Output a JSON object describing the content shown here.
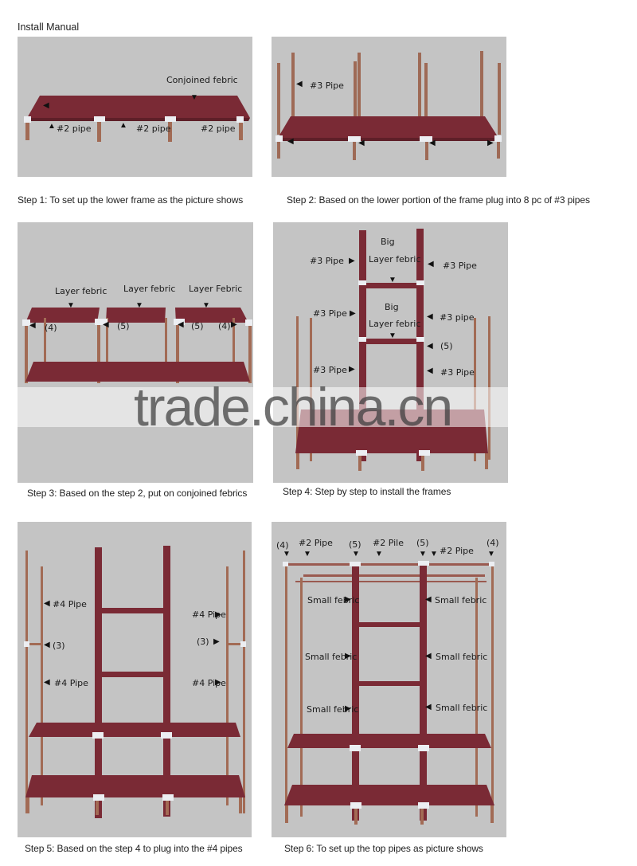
{
  "document": {
    "title": "Install Manual",
    "colors": {
      "panel_bg": "#c4c4c4",
      "fabric": "#7a2a35",
      "pipe": "#a26b55",
      "connector": "#e8e8ee"
    }
  },
  "steps": [
    {
      "caption": "Step 1: To set up the lower frame as the picture shows",
      "labels": {
        "conjoined": "Conjoined febric",
        "pipe_a": "#2 pipe",
        "pipe_b": "#2 pipe",
        "pipe_c": "#2 pipe"
      }
    },
    {
      "caption": "Step 2: Based on the lower portion of the frame plug into 8 pc of #3 pipes",
      "labels": {
        "pipe": "#3 Pipe"
      }
    },
    {
      "caption": "Step 3: Based on the step 2, put on conjoined febrics",
      "labels": {
        "fabric_a": "Layer febric",
        "fabric_b": "Layer febric",
        "fabric_c": "Layer Febric",
        "n4_left": "(4)",
        "n5_a": "(5)",
        "n5_b": "(5)",
        "n4_right": "(4)"
      }
    },
    {
      "caption": "Step 4: Step by step to install the frames",
      "labels": {
        "big1": "Big",
        "layer1": "Layer febric",
        "big2": "Big",
        "layer2": "Layer febric",
        "l_pipe1": "#3 Pipe",
        "l_pipe2": "#3 Pipe",
        "l_pipe3": "#3 Pipe",
        "r_pipe1": "#3 Pipe",
        "r_pipe2": "#3 pipe",
        "r_n5": "(5)",
        "r_pipe3": "#3 Pipe"
      }
    },
    {
      "caption": "Step 5: Based on the step 4 to plug into the #4 pipes",
      "labels": {
        "l_pipe1": "#4 Pipe",
        "l_n3": "(3)",
        "l_pipe2": "#4 Pipe",
        "r_pipe1": "#4 Pipe",
        "r_n3": "(3)",
        "r_pipe2": "#4 Pipe"
      }
    },
    {
      "caption": "Step 6: To set up the top pipes as picture shows",
      "labels": {
        "n4_left": "(4)",
        "pipe_a": "#2 Pipe",
        "n5_a": "(5)",
        "pile": "#2 Pile",
        "n5_b": "(5)",
        "pipe_b": "#2 Pipe",
        "n4_right": "(4)",
        "sf1": "Small febric",
        "sf2": "Small febric",
        "sf3": "Small febric",
        "sf4": "Small febric",
        "sf5": "Small febric",
        "sf6": "Small febric"
      }
    }
  ],
  "watermark": {
    "text": "trade.china.cn"
  }
}
